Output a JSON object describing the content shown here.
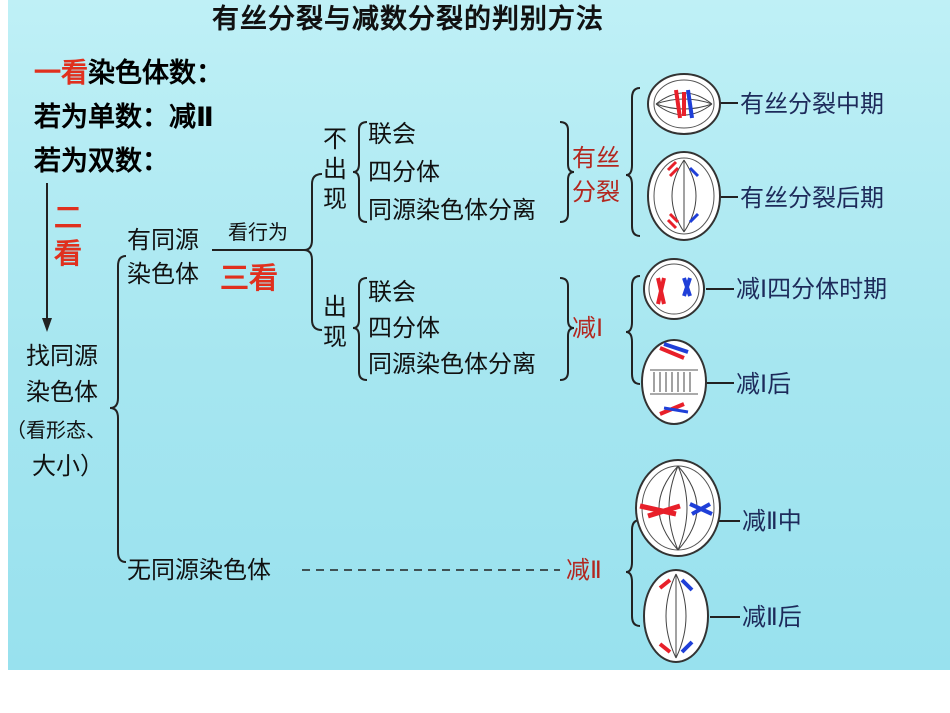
{
  "title": "有丝分裂与减数分裂的判别方法",
  "steps": {
    "look1_prefix": "一看",
    "look1_text": "染色体数：",
    "odd_line": "若为单数：减Ⅱ",
    "even_line": "若为双数：",
    "look2": "二看",
    "look3": "三看",
    "find_homologs": [
      "找同源",
      "染色体",
      "（看形态、",
      "大小）"
    ],
    "has_homologs": [
      "有同源",
      "染色体"
    ],
    "look_behavior": "看行为",
    "no_homologs": "无同源染色体"
  },
  "branches": {
    "not_appear": "不出现",
    "appear": "出现",
    "behaviors_top": [
      "联会",
      "四分体",
      "同源染色体分离"
    ],
    "behaviors_bottom": [
      "联会",
      "四分体",
      "同源染色体分离"
    ]
  },
  "results": {
    "mitosis": [
      "有丝",
      "分裂"
    ],
    "meiosis1": "减Ⅰ",
    "meiosis2": "减Ⅱ"
  },
  "stage_labels": [
    "有丝分裂中期",
    "有丝分裂后期",
    "减Ⅰ四分体时期",
    "减Ⅰ后",
    "减Ⅱ中",
    "减Ⅱ后"
  ],
  "colors": {
    "background": "#a6e6f0",
    "highlight_red": "#e0301e",
    "result_red": "#b3261e",
    "label_blue": "#1d2a5a",
    "chromosome_red": "#e8202a",
    "chromosome_blue": "#1f3fd8"
  }
}
